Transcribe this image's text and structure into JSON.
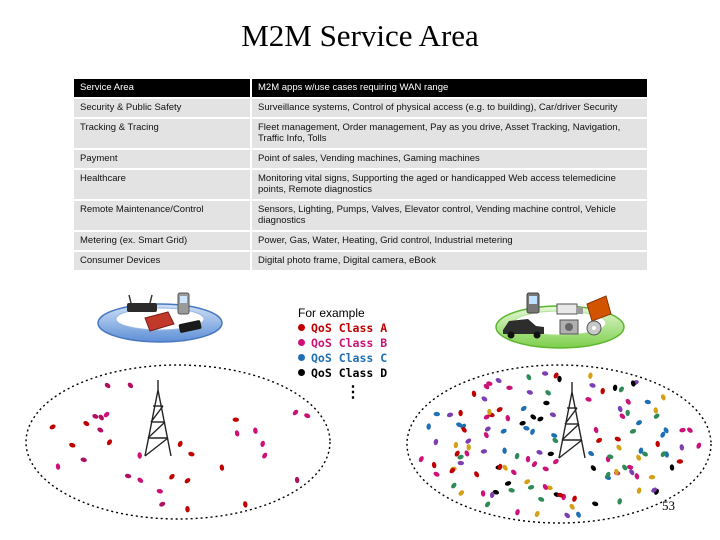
{
  "title": "M2M Service Area",
  "table": {
    "headers": [
      "Service Area",
      "M2M apps w/use cases requiring WAN range"
    ],
    "rows": [
      [
        "Security & Public Safety",
        "Surveillance systems, Control of physical access (e.g. to building), Car/driver Security"
      ],
      [
        "Tracking & Tracing",
        "Fleet management, Order management, Pay as you drive, Asset Tracking, Navigation, Traffic Info, Tolls"
      ],
      [
        "Payment",
        "Point of sales, Vending machines, Gaming machines"
      ],
      [
        "Healthcare",
        "Monitoring vital signs, Supporting the aged or handicapped Web access telemedicine points, Remote diagnostics"
      ],
      [
        "Remote Maintenance/Control",
        "Sensors, Lighting, Pumps, Valves, Elevator control, Vending machine control, Vehicle diagnostics"
      ],
      [
        "Metering (ex. Smart Grid)",
        "Power, Gas, Water, Heating, Grid control, Industrial metering"
      ],
      [
        "Consumer Devices",
        "Digital photo frame, Digital camera, eBook"
      ]
    ]
  },
  "legend": {
    "intro": "For example",
    "classes": [
      {
        "label": "QoS Class A",
        "color": "#c00000"
      },
      {
        "label": "QoS Class B",
        "color": "#cc1177"
      },
      {
        "label": "QoS Class C",
        "color": "#1f6fb5"
      },
      {
        "label": "QoS Class D",
        "color": "#000000"
      }
    ]
  },
  "ellipsis": "⋮",
  "page_number": "53",
  "colors": {
    "left_ring": "#7fa8e0",
    "right_ring": "#a6e07a",
    "device_blue": "#1f3d99",
    "device_teal": "#149a9a"
  }
}
